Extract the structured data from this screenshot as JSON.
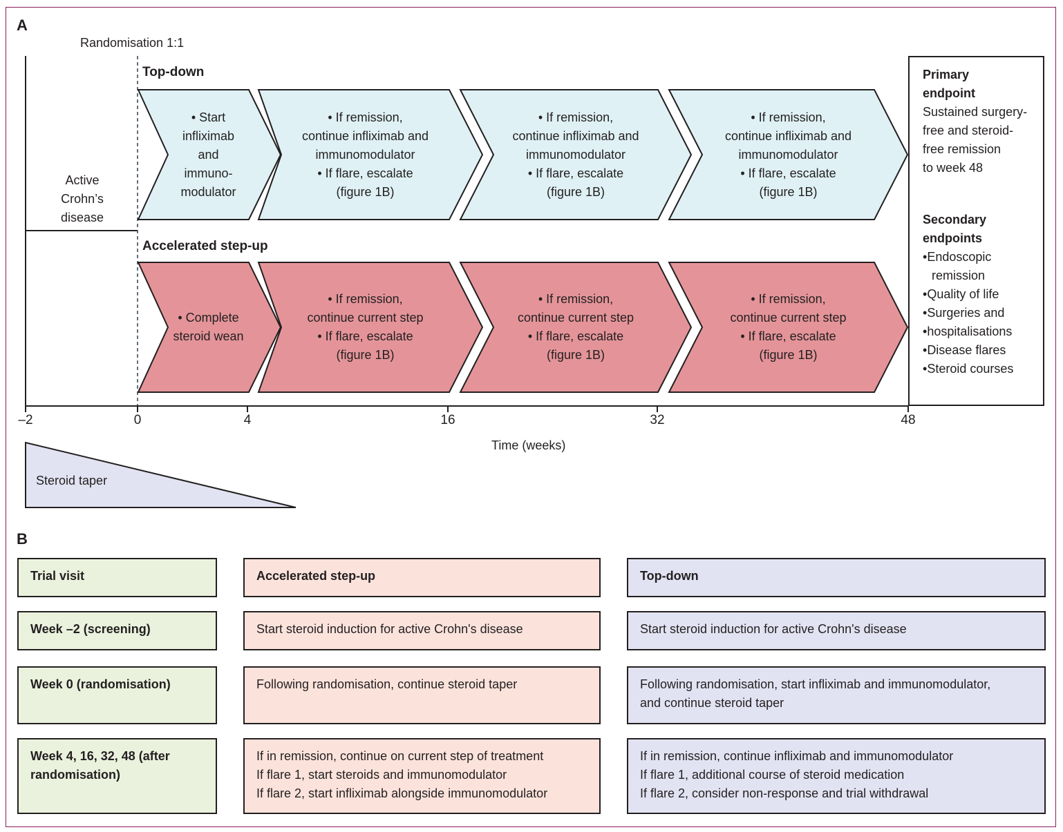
{
  "panel_a": {
    "label": "A",
    "randomisation_label": "Randomisation 1:1",
    "pre_randomisation_label": [
      "Active",
      "Crohn’s",
      "disease"
    ],
    "arms": [
      {
        "name": "Top-down",
        "color": "#dff1f5",
        "steps": [
          [
            "• Start",
            "infliximab",
            "and",
            "immuno-",
            "modulator"
          ],
          [
            "• If remission,",
            "continue infliximab and",
            "immunomodulator",
            "• If flare, escalate",
            "(figure 1B)"
          ],
          [
            "• If remission,",
            "continue infliximab and",
            "immunomodulator",
            "• If flare, escalate",
            "(figure 1B)"
          ],
          [
            "• If remission,",
            "continue infliximab and",
            "immunomodulator",
            "• If flare, escalate",
            "(figure 1B)"
          ]
        ]
      },
      {
        "name": "Accelerated step-up",
        "color": "#e49499",
        "steps": [
          [
            "• Complete",
            "steroid wean"
          ],
          [
            "• If remission,",
            "continue current step",
            "• If flare, escalate",
            "(figure 1B)"
          ],
          [
            "• If remission,",
            "continue current step",
            "• If flare, escalate",
            "(figure 1B)"
          ],
          [
            "• If remission,",
            "continue current step",
            "• If flare, escalate",
            "(figure 1B)"
          ]
        ]
      }
    ],
    "axis": {
      "label": "Time (weeks)",
      "ticks": [
        "-2",
        "0",
        "4",
        "16",
        "32",
        "48"
      ]
    },
    "steroid_taper": {
      "label": "Steroid taper",
      "color": "#e2e3f2"
    },
    "endpoints": {
      "primary_title": [
        "Primary",
        "endpoint"
      ],
      "primary_text": [
        "Sustained surgery-",
        "free and steroid-",
        "free remission",
        "to week 48"
      ],
      "secondary_title": [
        "Secondary",
        "endpoints"
      ],
      "secondary_items": [
        "Endoscopic remission",
        "Quality of life",
        "Surgeries and",
        "hospitalisations",
        "Disease flares",
        "Steroid courses"
      ]
    }
  },
  "panel_b": {
    "label": "B",
    "headers": [
      "Trial visit",
      "Accelerated step-up",
      "Top-down"
    ],
    "rows": [
      {
        "visit": "Week –2 (screening)",
        "step_up": [
          "Start steroid induction for active Crohn's disease"
        ],
        "top_down": [
          "Start steroid induction for active Crohn's disease"
        ]
      },
      {
        "visit": "Week 0 (randomisation)",
        "step_up": [
          "Following randomisation, continue steroid taper"
        ],
        "top_down": [
          "Following randomisation, start infliximab and immunomodulator,",
          "and continue steroid taper"
        ]
      },
      {
        "visit": "Week 4, 16, 32, 48 (after randomisation)",
        "step_up": [
          "If in remission, continue on current step of treatment",
          "If flare 1, start steroids and immunomodulator",
          "If flare 2, start infliximab alongside immunomodulator"
        ],
        "top_down": [
          "If in remission, continue infliximab and immunomodulator",
          "If flare 1, additional course of steroid medication",
          "If flare 2, consider non-response and trial withdrawal"
        ]
      }
    ]
  }
}
